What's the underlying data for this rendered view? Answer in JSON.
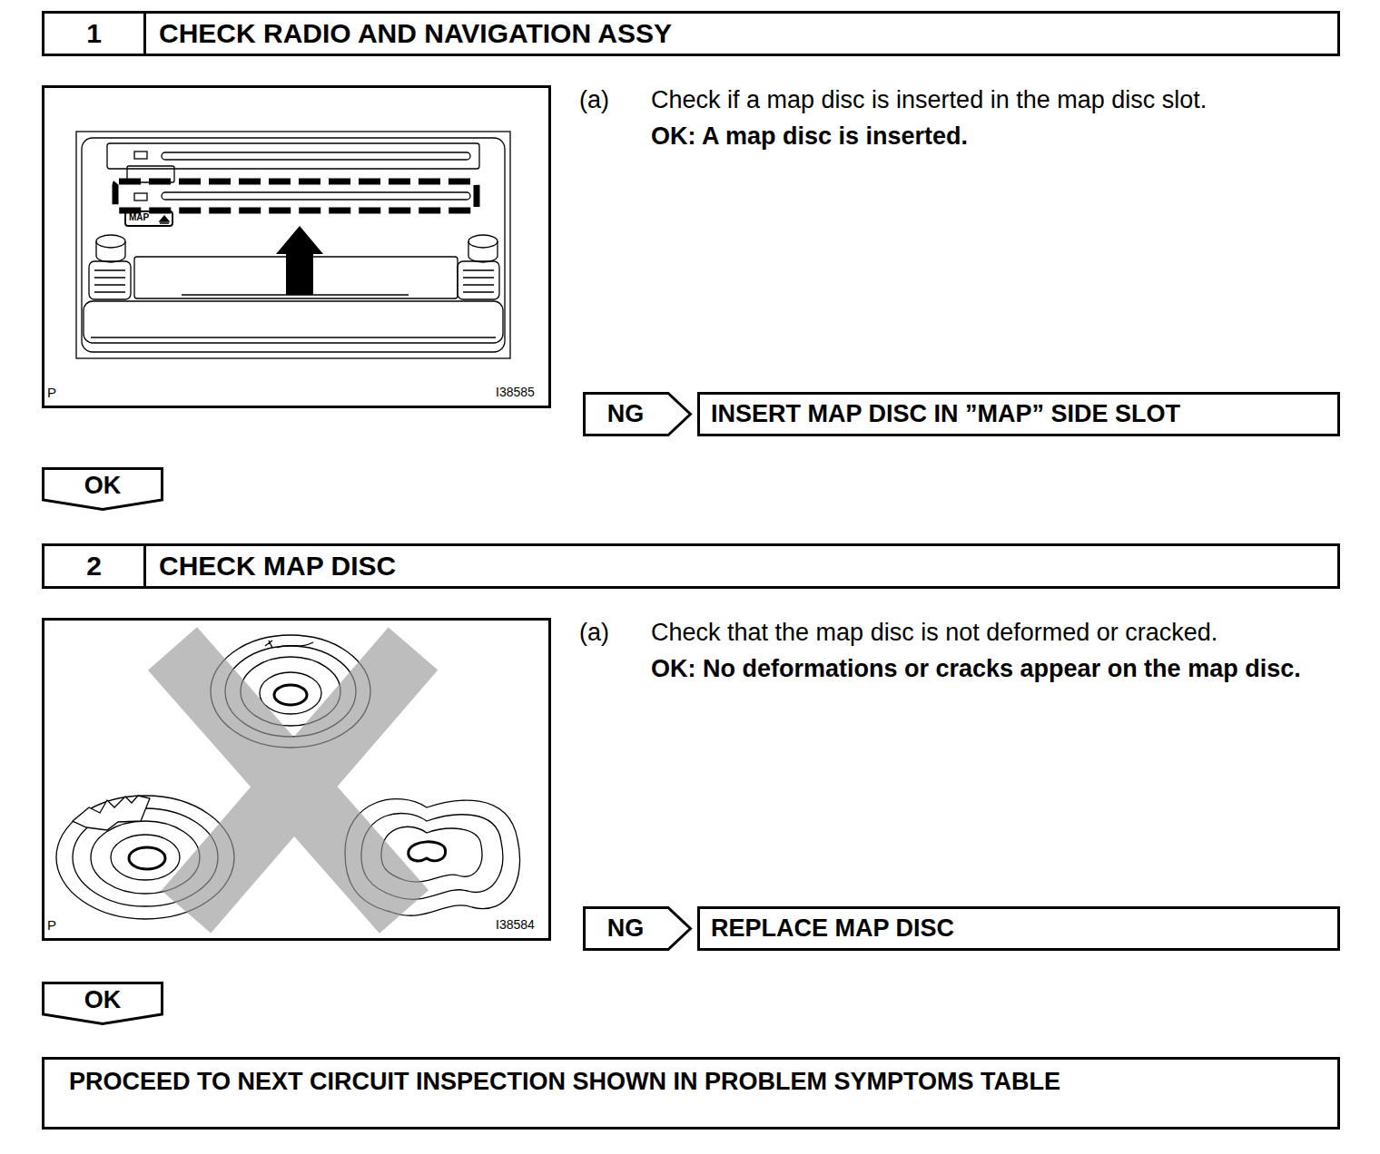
{
  "diagram": {
    "nodes": [
      {
        "text": [
          "1",
          "CHECK RADIO AND NAVIGATION ASSY"
        ]
      },
      {
        "text": [
          "NG"
        ]
      },
      {
        "text": [
          "INSERT MAP DISC IN ”MAP” SIDE SLOT"
        ]
      },
      {
        "text": [
          "OK"
        ]
      },
      {
        "text": [
          "2",
          "CHECK MAP DISC"
        ]
      },
      {
        "text": [
          "NG"
        ]
      },
      {
        "text": [
          "REPLACE MAP DISC"
        ]
      },
      {
        "text": [
          "OK"
        ]
      },
      {
        "text": [
          "PROCEED TO NEXT CIRCUIT INSPECTION SHOWN IN PROBLEM SYMPTOMS TABLE"
        ]
      }
    ],
    "labels": [
      "P",
      "I38585",
      "MAP",
      "(a)",
      "Check if a map disc is inserted in the map disc slot.",
      "OK: A map disc is inserted.",
      "P",
      "I38584",
      "(a)",
      "Check that the map disc is not deformed or cracked.",
      "OK: No deformations or cracks appear on the map disc."
    ]
  }
}
